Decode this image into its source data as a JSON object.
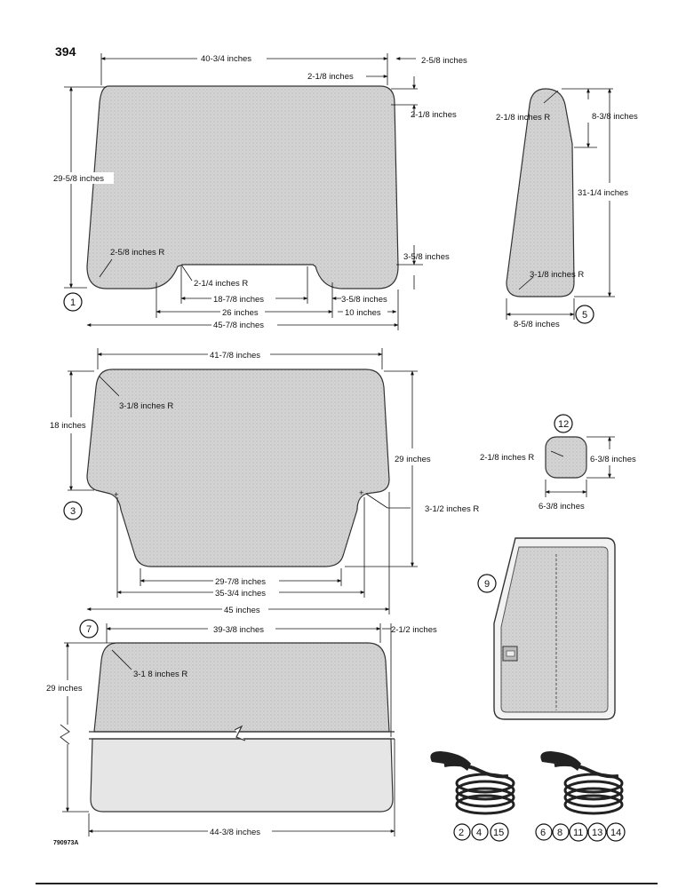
{
  "page": {
    "number": "394",
    "figure_code": "790973A"
  },
  "panel_1": {
    "callout": "1",
    "top_width": "40-3/4 inches",
    "top_right_offset": "2-5/8 inches",
    "corner_horizontal": "2-1/8 inches",
    "corner_vertical": "2-1/8 inches",
    "height": "29-5/8 inches",
    "lower_left_radius": "2-5/8 inches R",
    "notch_radius": "2-1/4 inches R",
    "notch_depth": "3-5/8 inches",
    "notch_span": "18-7/8 inches",
    "right_corner_width": "3-5/8 inches",
    "notch_outer_span": "26 inches",
    "right_segment": "10 inches",
    "bottom_width": "45-7/8 inches"
  },
  "panel_5": {
    "callout": "5",
    "top_radius": "2-1/8 inches R",
    "upper_height": "8-3/8 inches",
    "height": "31-1/4 inches",
    "bottom_radius": "3-1/8 inches R",
    "bottom_width": "8-5/8 inches"
  },
  "panel_3": {
    "callout": "3",
    "top_width": "41-7/8 inches",
    "top_left_radius": "3-1/8 inches R",
    "upper_height": "18 inches",
    "height": "29 inches",
    "notch_radius": "3-1/2 inches R",
    "bottom_width": "29-7/8 inches",
    "notch_span": "35-3/4 inches",
    "overall_width": "45 inches"
  },
  "panel_12": {
    "callout": "12",
    "corner_radius": "2-1/8 inches R",
    "height": "6-3/8 inches",
    "width": "6-3/8 inches"
  },
  "panel_9": {
    "callout": "9"
  },
  "panel_7": {
    "callout": "7",
    "top_width": "39-3/8 inches",
    "side_offset": "2-1/2 inches",
    "corner_radius": "3-1 8 inches R",
    "height": "29 inches",
    "bottom_width": "44-3/8 inches"
  },
  "weatherstrip_a": {
    "callouts": [
      "2",
      "4",
      "15"
    ]
  },
  "weatherstrip_b": {
    "callouts": [
      "6",
      "8",
      "11",
      "13",
      "14"
    ]
  }
}
